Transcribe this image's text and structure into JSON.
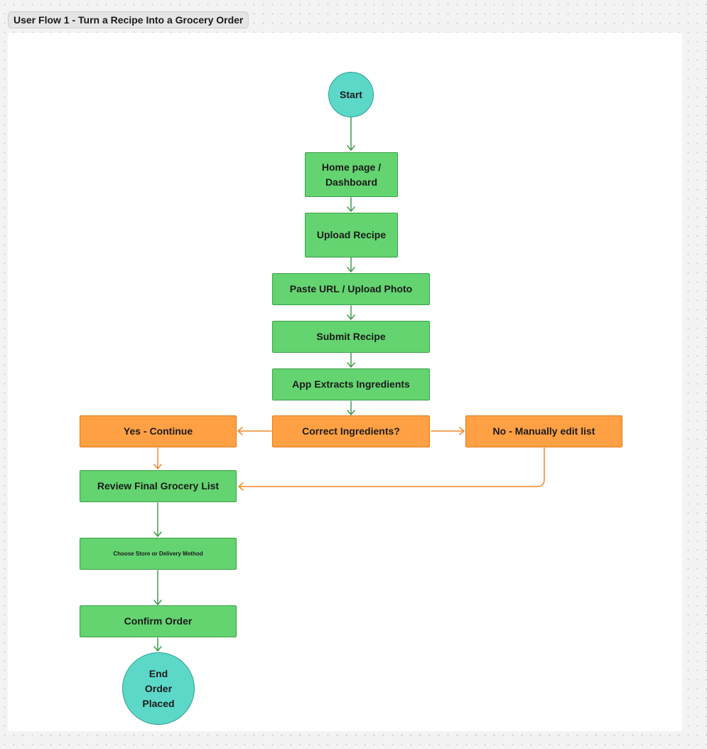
{
  "frame": {
    "title": "User Flow 1 - Turn a Recipe Into a Grocery Order"
  },
  "nodes": {
    "start": "Start",
    "home": "Home page /\nDashboard",
    "upload": "Upload Recipe",
    "paste": "Paste URL / Upload Photo",
    "submit": "Submit Recipe",
    "extract": "App Extracts Ingredients",
    "correct": "Correct Ingredients?",
    "yes": "Yes - Continue",
    "no": "No - Manually edit list",
    "review": "Review Final Grocery List",
    "choose": "Choose Store or Delivery Method",
    "confirm": "Confirm Order",
    "end": "End\nOrder\nPlaced"
  },
  "colors": {
    "process_fill": "#64d470",
    "decision_fill": "#fea043",
    "terminal_fill": "#5cd8c8",
    "green_connector": "#3b9e48",
    "orange_connector": "#ee8a2a"
  }
}
